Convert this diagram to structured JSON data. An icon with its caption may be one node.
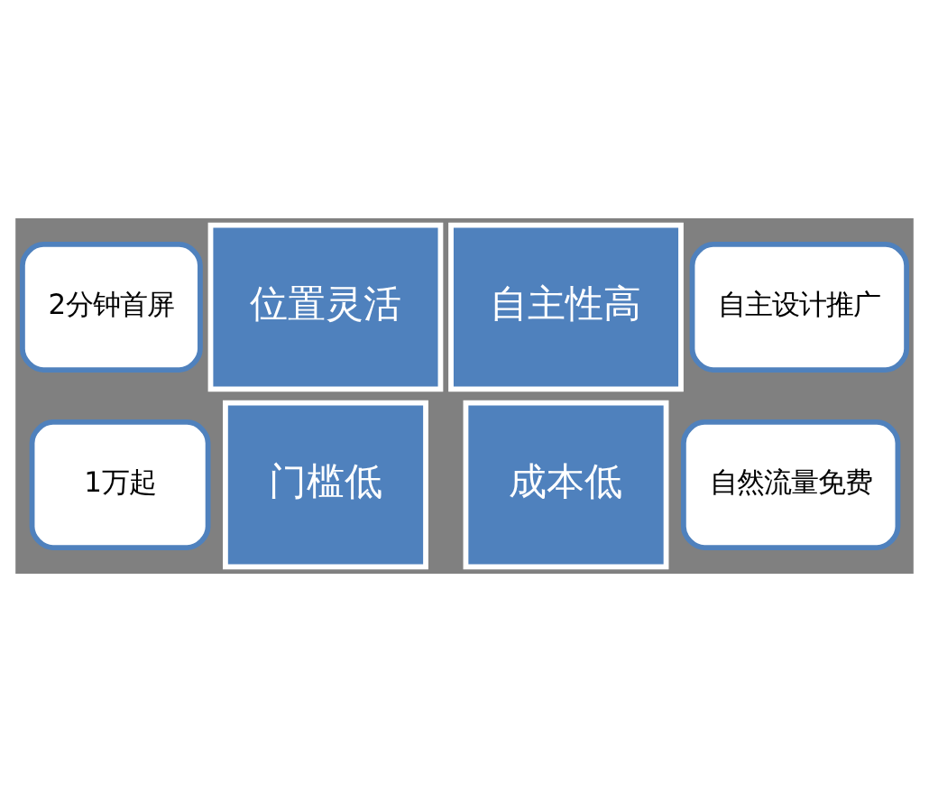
{
  "diagram": {
    "nodes": [
      {
        "text": [
          "2分钟首屏"
        ]
      },
      {
        "text": [
          "自主设计推广"
        ]
      },
      {
        "text": [
          "位置灵活"
        ]
      },
      {
        "text": [
          "自主性高"
        ]
      },
      {
        "text": [
          "门槛低"
        ]
      },
      {
        "text": [
          "成本低"
        ]
      },
      {
        "text": [
          "1万起"
        ]
      },
      {
        "text": [
          "自然流量免费"
        ]
      }
    ]
  }
}
